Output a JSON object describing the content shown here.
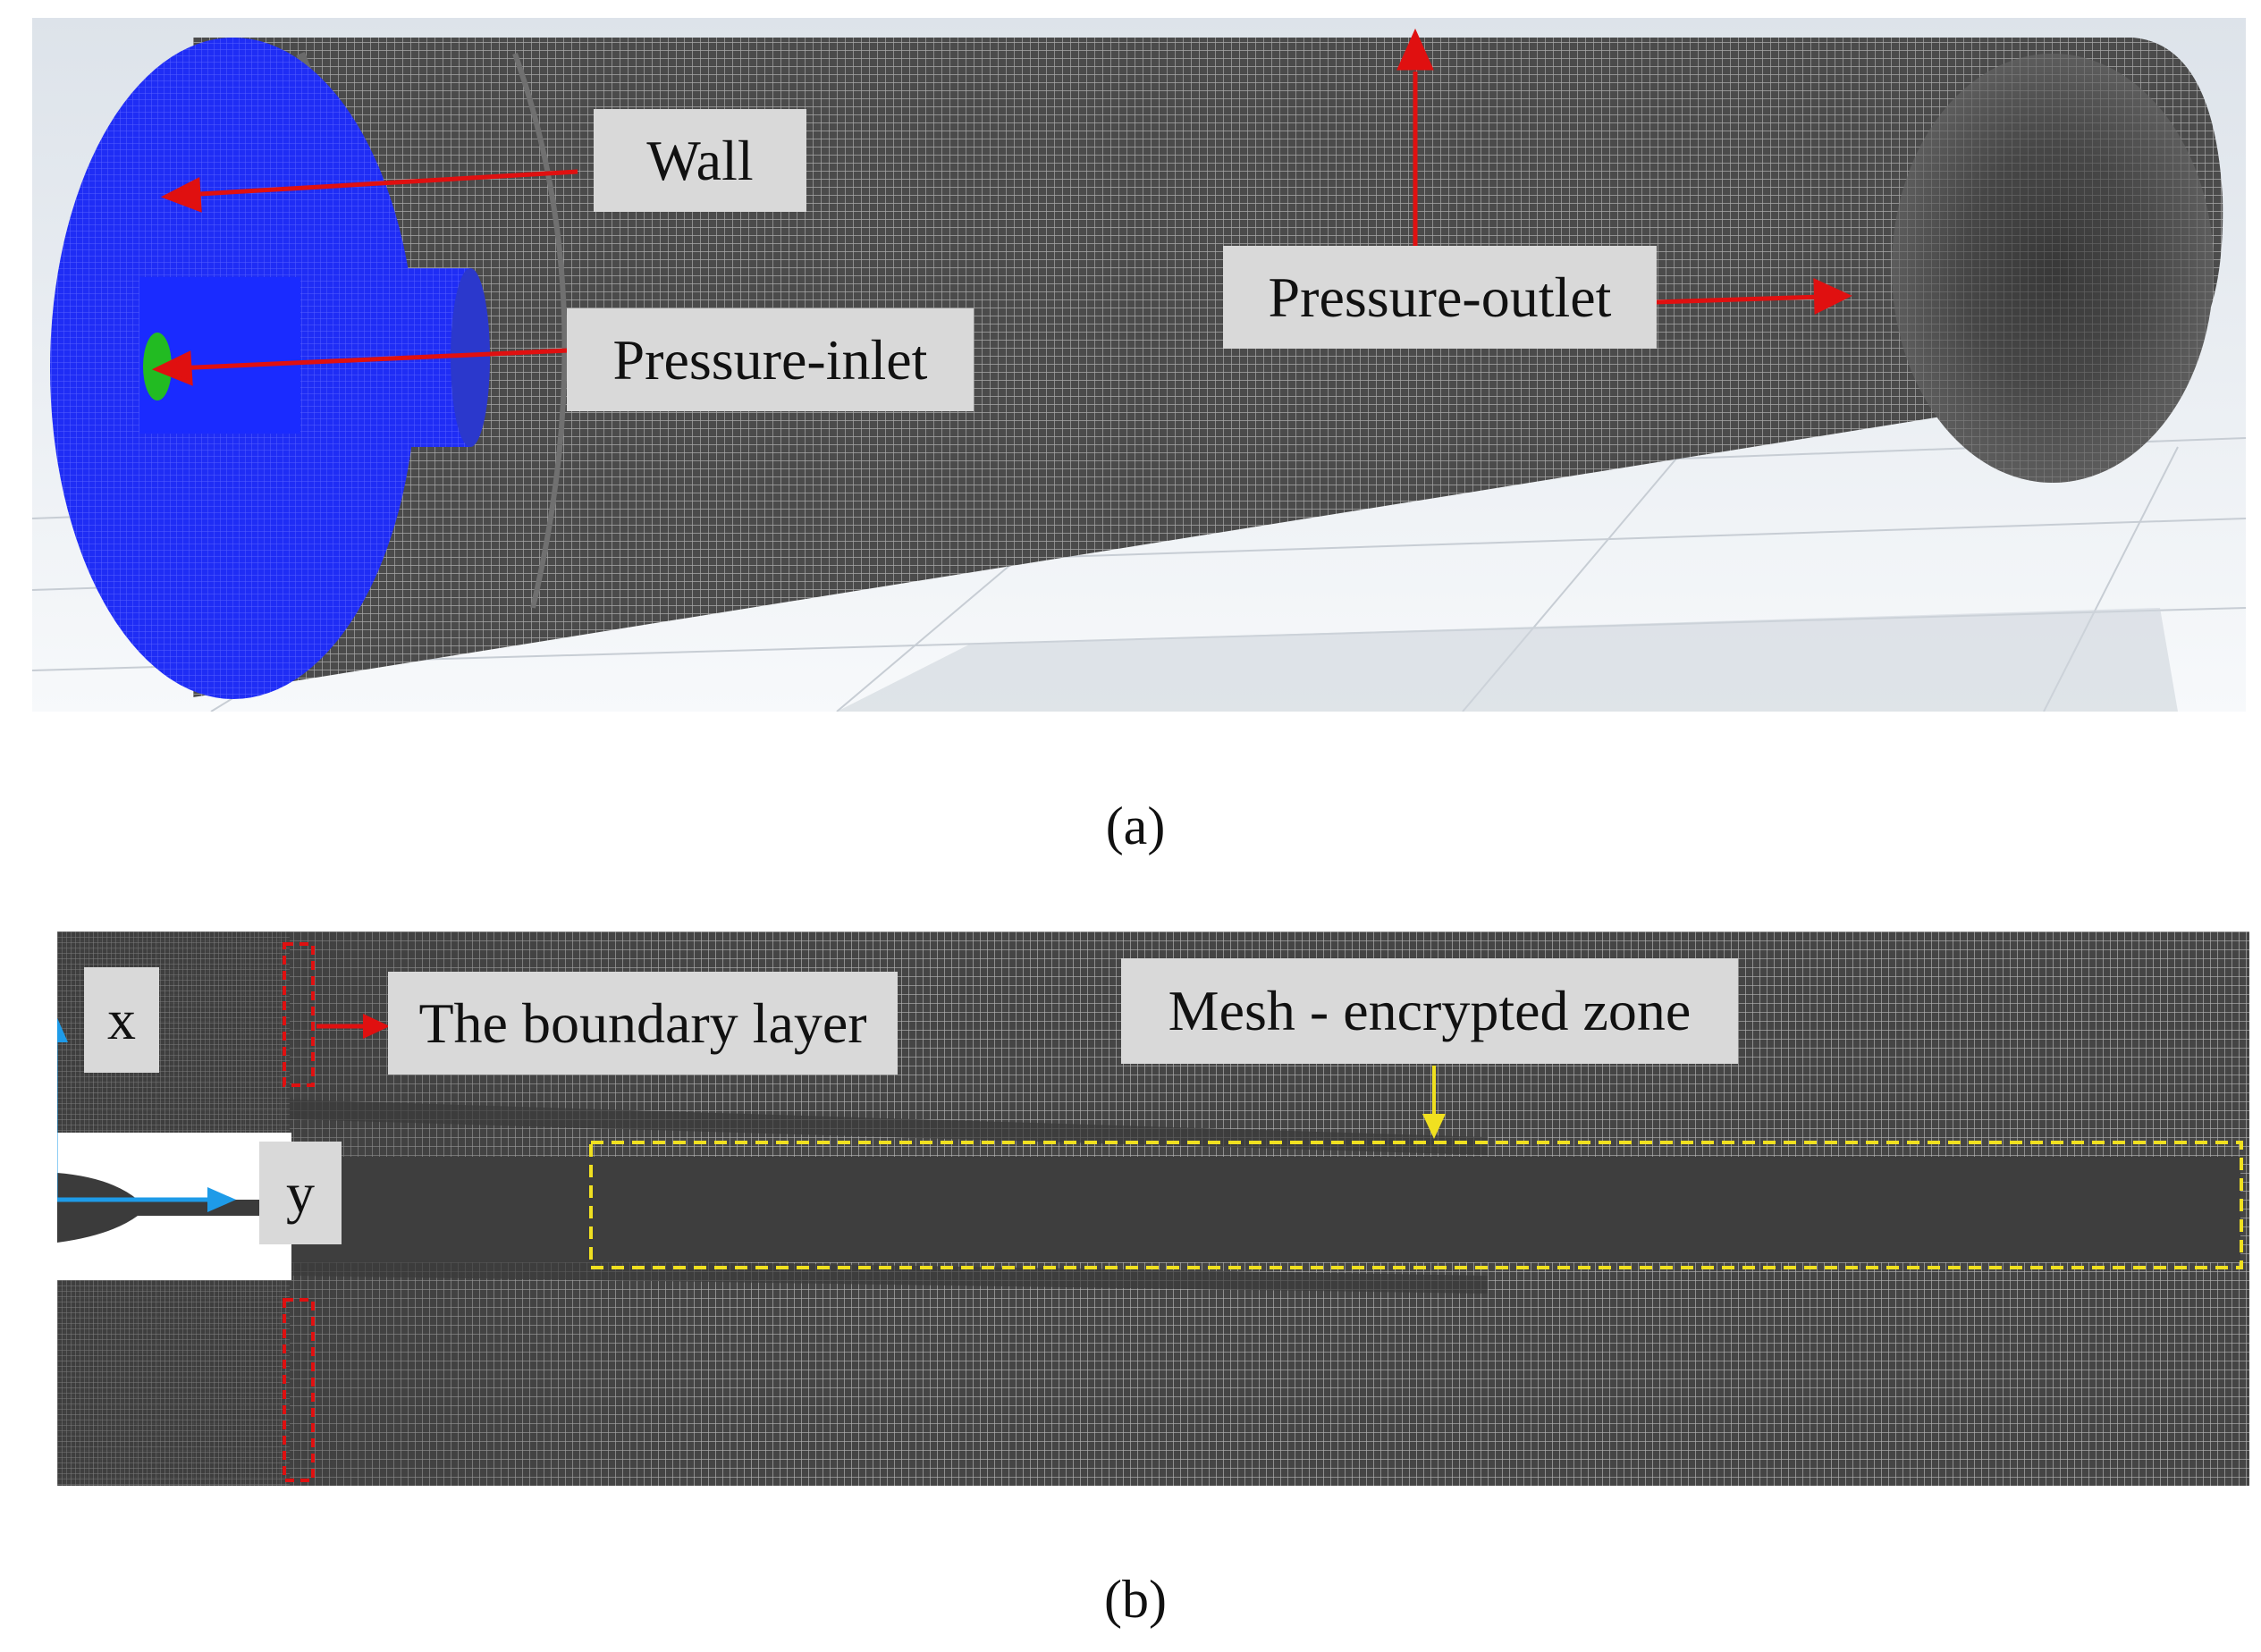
{
  "panel_a": {
    "labels": {
      "wall": "Wall",
      "pressure_inlet": "Pressure-inlet",
      "pressure_outlet": "Pressure-outlet"
    },
    "caption": "(a)"
  },
  "panel_b": {
    "labels": {
      "x_axis": "x",
      "y_axis": "y",
      "boundary_layer": "The boundary layer",
      "mesh_zone": "Mesh - encrypted zone"
    },
    "caption": "(b)"
  },
  "colors": {
    "mesh_gray": "#555555",
    "inlet_face_blue": "#1a2cff",
    "inlet_core_green": "#22bb22",
    "arrow_red": "#e01010",
    "axis_cyan": "#1e9be8",
    "zone_yellow": "#f0e020",
    "label_background": "#d9d9d9"
  }
}
